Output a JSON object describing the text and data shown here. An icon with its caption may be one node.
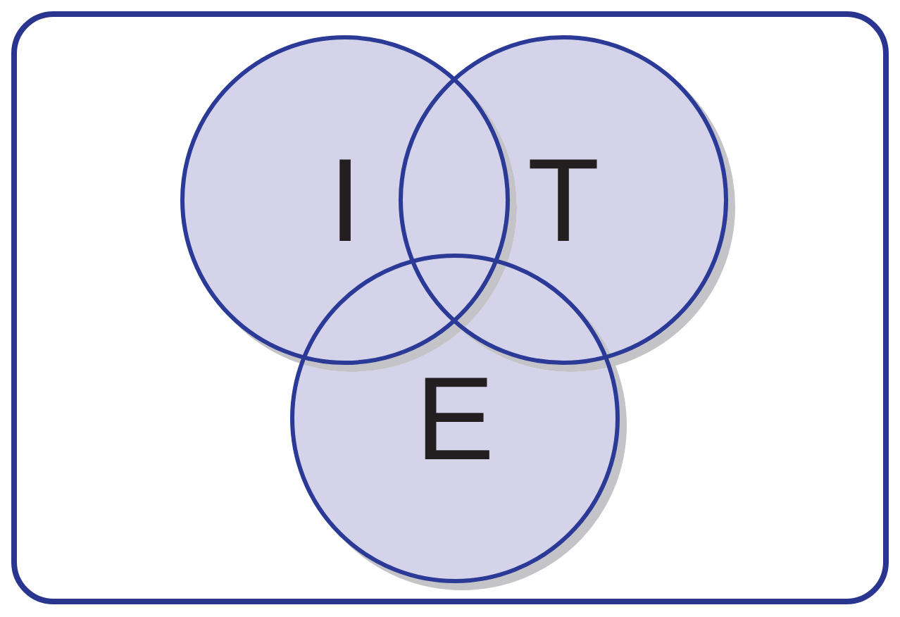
{
  "diagram": {
    "nodes": [
      {
        "text": [
          "I"
        ]
      },
      {
        "text": [
          "T"
        ]
      },
      {
        "text": [
          "E"
        ]
      }
    ]
  }
}
